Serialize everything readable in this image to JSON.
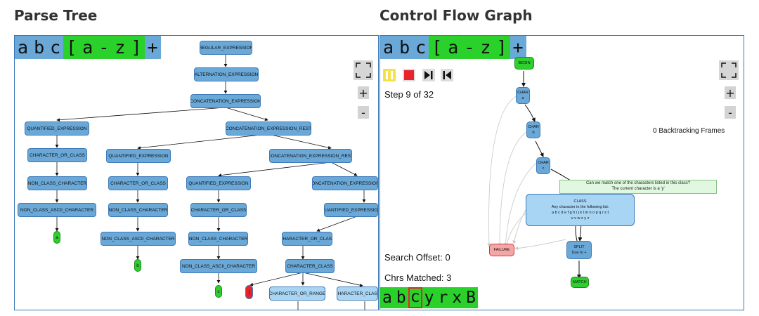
{
  "headings": {
    "left": "Parse Tree",
    "right": "Control Flow Graph"
  },
  "pattern_tokens": [
    "a",
    "b",
    "c",
    "[",
    "a",
    "-",
    "z",
    "]",
    "+"
  ],
  "controls": {
    "expand_icon": "expand-icon",
    "zoom_in": "+",
    "zoom_out": "-"
  },
  "parse_tree": {
    "nodes": {
      "regular_expression": "REGULAR_EXPRESSION",
      "alternation_expression": "ALTERNATION_EXPRESSION",
      "concat_expr": "CONCATENATION_EXPRESSION",
      "quant_expr_1": "QUANTIFIED_EXPRESSION",
      "concat_rest_1": "CONCATENATION_EXPRESSION_REST",
      "char_or_class_1": "CHARACTER_OR_CLASS",
      "quant_expr_2": "QUANTIFIED_EXPRESSION",
      "concat_rest_2": "CONCATENATION_EXPRESSION_REST",
      "non_class_char_1": "NON_CLASS_CHARACTER",
      "char_or_class_2": "CHARACTER_OR_CLASS",
      "quant_expr_3": "QUANTIFIED_EXPRESSION",
      "concat_rest_3": "CONCATENATION_EXPRESSION_",
      "non_class_ascii_1": "NON_CLASS_ASCII_CHARACTER",
      "non_class_char_2": "NON_CLASS_CHARACTER",
      "char_or_class_3": "CHARACTER_OR_CLASS",
      "quant_expr_4": "QUANTIFIED_EXPRESSION",
      "leaf_a": "a",
      "non_class_ascii_2": "NON_CLASS_ASCII_CHARACTER",
      "non_class_char_3": "NON_CLASS_CHARACTER",
      "char_or_class_4": "CHARACTER_OR_CLASS",
      "leaf_b": "b",
      "non_class_ascii_3": "NON_CLASS_ASCII_CHARACTER",
      "char_class": "CHARACTER_CLASS",
      "leaf_c": "c",
      "leaf_bracket": "[",
      "char_or_range": "CHARACTER_OR_RANGE",
      "char_class_2": "CHARACTER_CLASS"
    }
  },
  "cfg": {
    "step_text": "Step 9 of 32",
    "backtracking": "0 Backtracking Frames",
    "search_offset": "Search Offset: 0",
    "chrs_matched": "Chrs Matched: 3",
    "tooltip_line1": "Can we match one of the characters listed in this class?",
    "tooltip_line2": "The current character is a 'y'",
    "nodes": {
      "begin": "BEGIN",
      "char_a_title": "CHAR",
      "char_a_val": "a",
      "char_b_title": "CHAR",
      "char_b_val": "b",
      "char_c_title": "CHAR",
      "char_c_val": "c",
      "class_title": "CLASS",
      "class_line1": "Any character in the following list:",
      "class_line2": "a b c d e f g h i j k l m n o p q r s t",
      "class_line3": "u v w x y z",
      "failure": "FAILURE",
      "split_title": "SPLIT",
      "split_sub": "Due to +",
      "match": "MATCH"
    },
    "input_chars": [
      "a",
      "b",
      "c",
      "y",
      "r",
      "x",
      "B"
    ]
  },
  "colors": {
    "blue": "#6aa8d8",
    "green": "#2ad12a",
    "red": "#e8242b",
    "pause": "#f5e14a",
    "stop": "#e8242b"
  }
}
